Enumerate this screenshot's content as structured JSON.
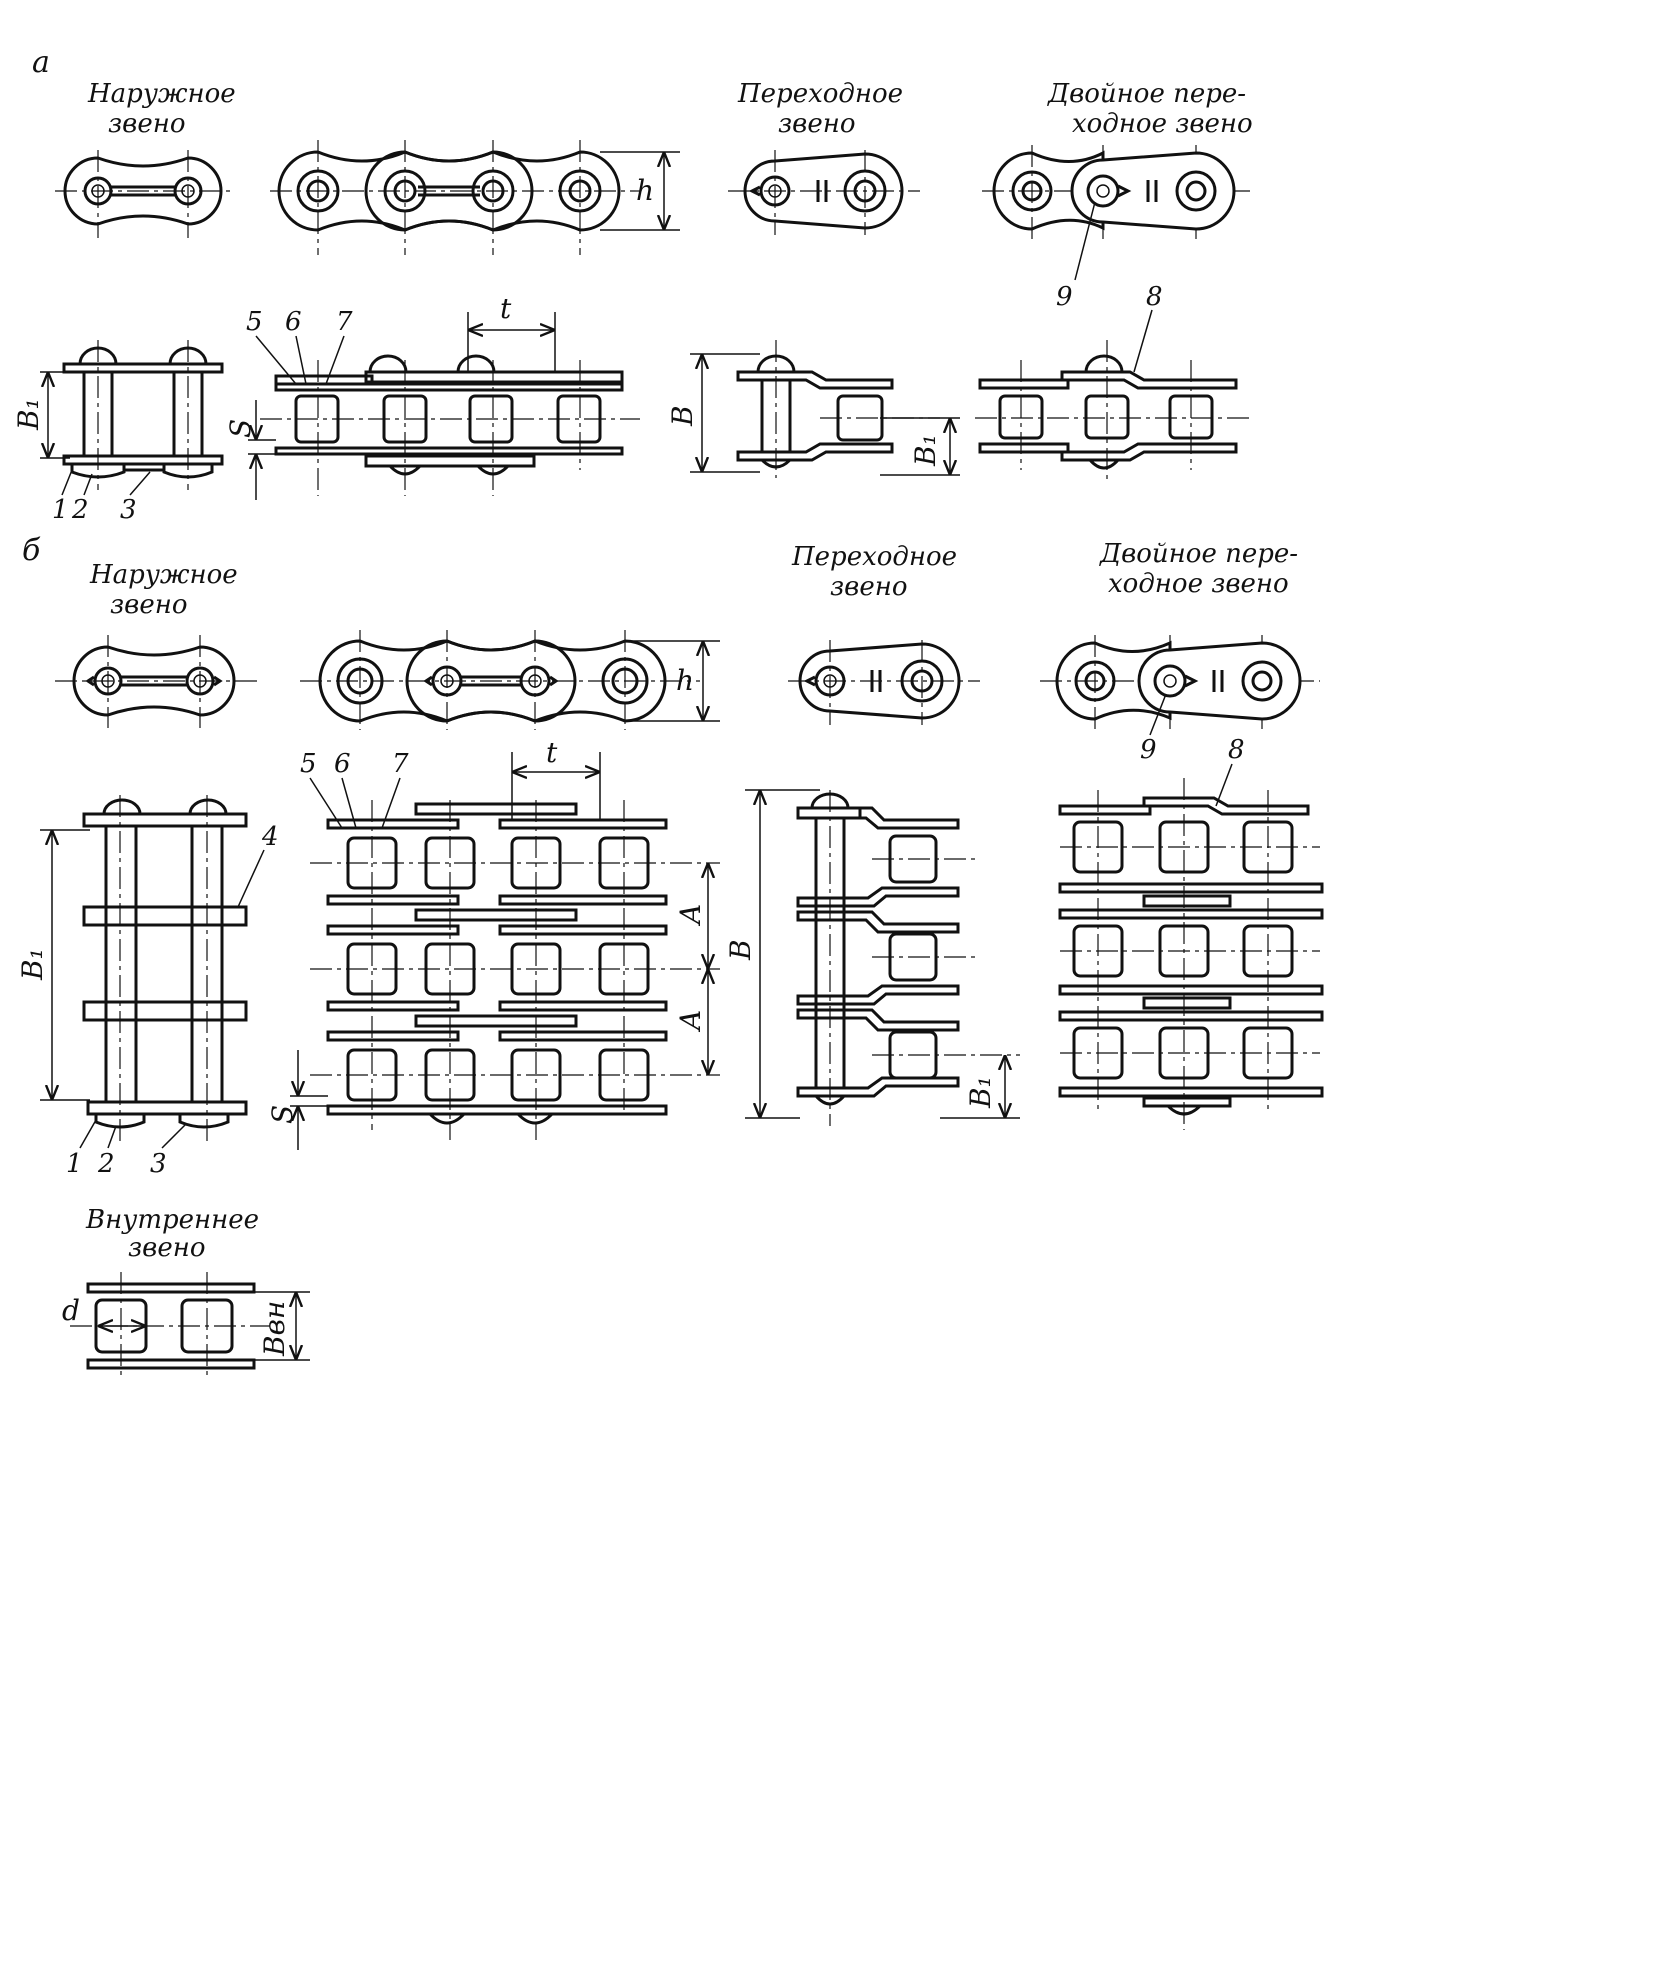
{
  "sections": {
    "a": {
      "label": "а",
      "outer_link": "Наружное звено",
      "transition_link": "Переходное звено",
      "double_transition_link": "Двойное пере- ходное звено"
    },
    "b": {
      "label": "б",
      "outer_link": "Наружное звено",
      "transition_link": "Переходное звено",
      "double_transition_link": "Двойное пере- ходное звено",
      "inner_link": "Внутреннее звено"
    }
  },
  "caption_lines": {
    "outer_1": "Наружное",
    "outer_2": "звено",
    "trans_1": "Переходное",
    "trans_2": "звено",
    "dbl_1": "Двойное пере-",
    "dbl_2": "ходное звено",
    "inner_1": "Внутреннее",
    "inner_2": "звено"
  },
  "dimensions": {
    "h": "h",
    "t": "t",
    "B": "B",
    "B1": "B₁",
    "S": "S",
    "A": "A",
    "d": "d",
    "Bvn": "Bвн"
  },
  "part_numbers": [
    "1",
    "2",
    "3",
    "4",
    "5",
    "6",
    "7",
    "8",
    "9"
  ]
}
